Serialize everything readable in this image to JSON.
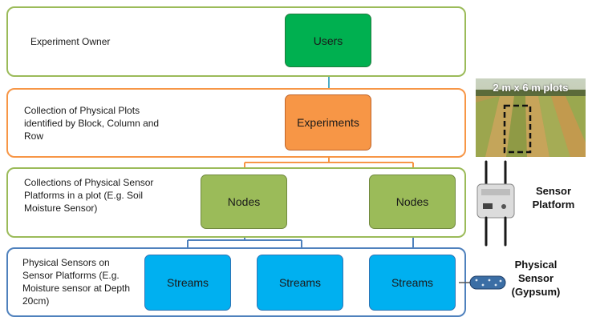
{
  "layers": [
    {
      "id": "owner",
      "label": "Experiment Owner",
      "border_color": "#9bbb59"
    },
    {
      "id": "plots",
      "label": "Collection of Physical Plots identified by Block, Column and Row",
      "border_color": "#f79646"
    },
    {
      "id": "platforms",
      "label": "Collections of Physical Sensor Platforms in a plot (E.g. Soil Moisture Sensor)",
      "border_color": "#9bbb59"
    },
    {
      "id": "sensors",
      "label": "Physical Sensors on Sensor Platforms (E.g. Moisture sensor at Depth 20cm)",
      "border_color": "#4f81bd"
    }
  ],
  "nodes": {
    "users": {
      "label": "Users",
      "fill": "#00b050"
    },
    "experiments": {
      "label": "Experiments",
      "fill": "#f79646"
    },
    "nodes": [
      {
        "label": "Nodes",
        "fill": "#9bbb59"
      },
      {
        "label": "Nodes",
        "fill": "#9bbb59"
      }
    ],
    "streams": [
      {
        "label": "Streams",
        "fill": "#00b0f0"
      },
      {
        "label": "Streams",
        "fill": "#00b0f0"
      },
      {
        "label": "Streams",
        "fill": "#00b0f0"
      }
    ]
  },
  "connector_colors": {
    "users_experiments": "#4bacc6",
    "experiments_nodes": "#f79646",
    "nodes_streams": "#4f81bd"
  },
  "side": {
    "photo_caption": "2 m x 6 m plots",
    "sensor_platform_line1": "Sensor",
    "sensor_platform_line2": "Platform",
    "physical_sensor_line1": "Physical",
    "physical_sensor_line2": "Sensor",
    "physical_sensor_line3": "(Gypsum)"
  }
}
